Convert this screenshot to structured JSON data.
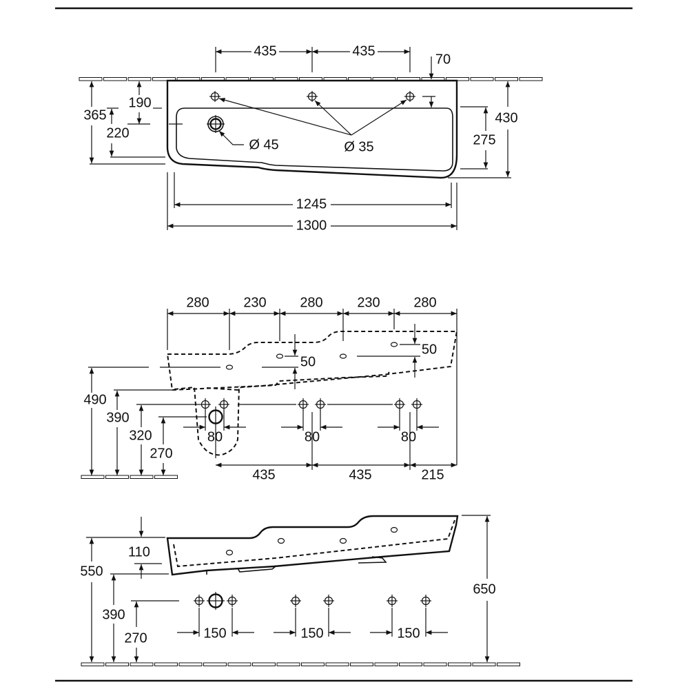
{
  "colors": {
    "line": "#111111",
    "background": "#ffffff"
  },
  "plan_view": {
    "hole_spacing_left": "435",
    "hole_spacing_right": "435",
    "wall_offset": "70",
    "depth_to_bowl_edge": "365",
    "tap_hole_to_drain": "190",
    "drain_to_bowl_front": "220",
    "total_depth": "430",
    "bowl_depth": "275",
    "inner_width": "1245",
    "total_width": "1300",
    "drain_diameter": "Ø 45",
    "tap_hole_diameter": "Ø 35"
  },
  "front_view": {
    "segments": [
      "280",
      "230",
      "280",
      "230",
      "280"
    ],
    "step_left": "50",
    "step_right": "50",
    "heights": [
      "490",
      "390",
      "320",
      "270"
    ],
    "hole_pair_spacing": [
      "80",
      "80",
      "80"
    ],
    "bottom_spacing": [
      "435",
      "435",
      "215"
    ]
  },
  "side_view": {
    "height_left": "550",
    "offset_top": "110",
    "height_390": "390",
    "height_270": "270",
    "total_height": "650",
    "hole_pair_spacing": [
      "150",
      "150",
      "150"
    ]
  }
}
